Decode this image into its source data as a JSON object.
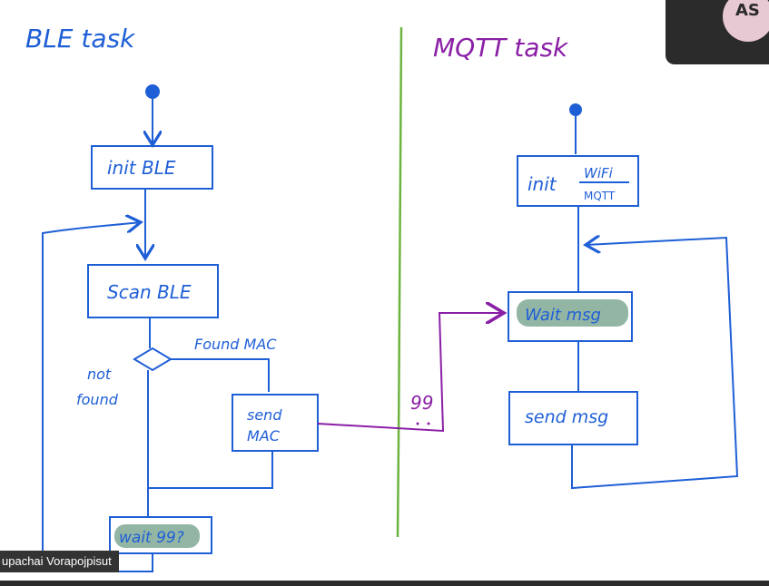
{
  "ble": {
    "title": "BLE task",
    "init": "init BLE",
    "scan": "Scan BLE",
    "found": "Found MAC",
    "not_found_1": "not",
    "not_found_2": "found",
    "send_1": "send",
    "send_2": "MAC",
    "wait": "wait 99?"
  },
  "mqtt": {
    "title": "MQTT task",
    "init": "init",
    "init_top": "WiFi",
    "init_bottom": "MQTT",
    "wait": "Wait msg",
    "send": "send msg"
  },
  "queue_label": "99",
  "avatar_initials": "AS",
  "participant_name": "upachai Vorapojpisut",
  "colors": {
    "blue_ink": "#1f5fd6",
    "purple_ink": "#8a1fa6",
    "green_divider": "#6db33f",
    "highlight": "#6f9e86"
  }
}
